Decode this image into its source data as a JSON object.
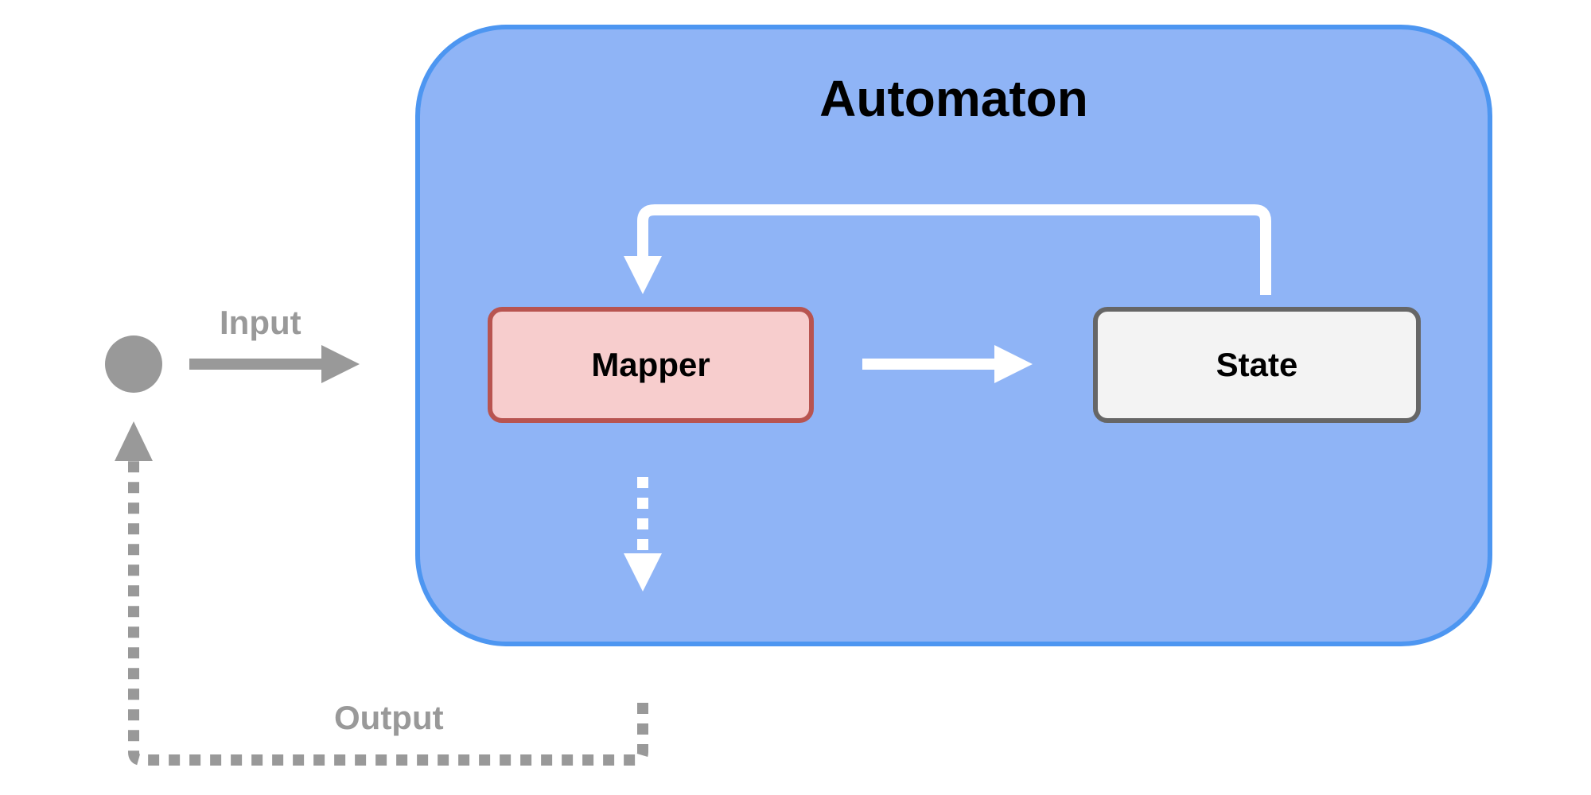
{
  "title": "Automaton",
  "nodes": {
    "mapper": {
      "label": "Mapper",
      "fill": "#f7cdcd",
      "stroke": "#b85450"
    },
    "state": {
      "label": "State",
      "fill": "#f3f3f3",
      "stroke": "#666666"
    }
  },
  "edges": {
    "input": {
      "label": "Input",
      "color": "#999999"
    },
    "output": {
      "label": "Output",
      "color": "#999999"
    },
    "internal_color": "#ffffff"
  },
  "colors": {
    "container_fill": "#8fb4f6",
    "container_stroke": "#4d96f1",
    "start_node": "#999999"
  }
}
